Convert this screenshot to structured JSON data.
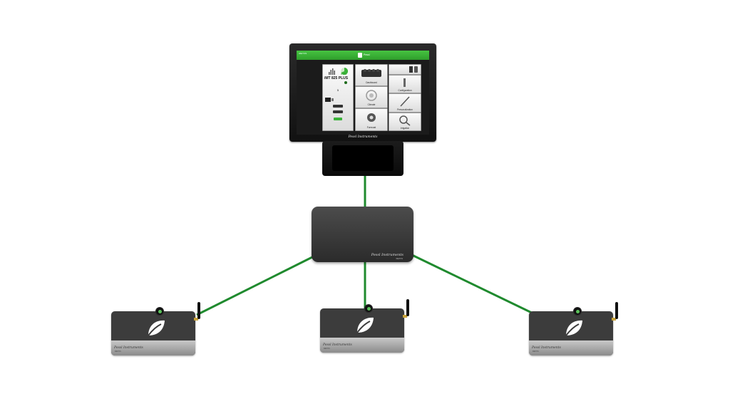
{
  "monitor": {
    "header_brand": "Pessl",
    "header_left": "iMETOS",
    "status": {
      "model": "iMT 825 PLUS",
      "percent": "80%",
      "count": "5"
    },
    "cards": [
      {
        "label": "Dashboard"
      },
      {
        "label": "Climate"
      },
      {
        "label": "Forecast"
      },
      {
        "label": "Configuration"
      },
      {
        "label": "Personalization"
      },
      {
        "label": "Irrigation"
      }
    ],
    "bezel_logo": "Pessl Instruments"
  },
  "hub": {
    "logo": "Pessl Instruments",
    "sub": "iMETOS"
  },
  "nodes": [
    {
      "logo": "Pessl Instruments",
      "sub": "iMETOS"
    },
    {
      "logo": "Pessl Instruments",
      "sub": "iMETOS"
    },
    {
      "logo": "Pessl Instruments",
      "sub": "iMETOS"
    }
  ],
  "colors": {
    "wire": "#1f8a2e",
    "accent": "#3bb33a",
    "device": "#3c3c3c"
  }
}
